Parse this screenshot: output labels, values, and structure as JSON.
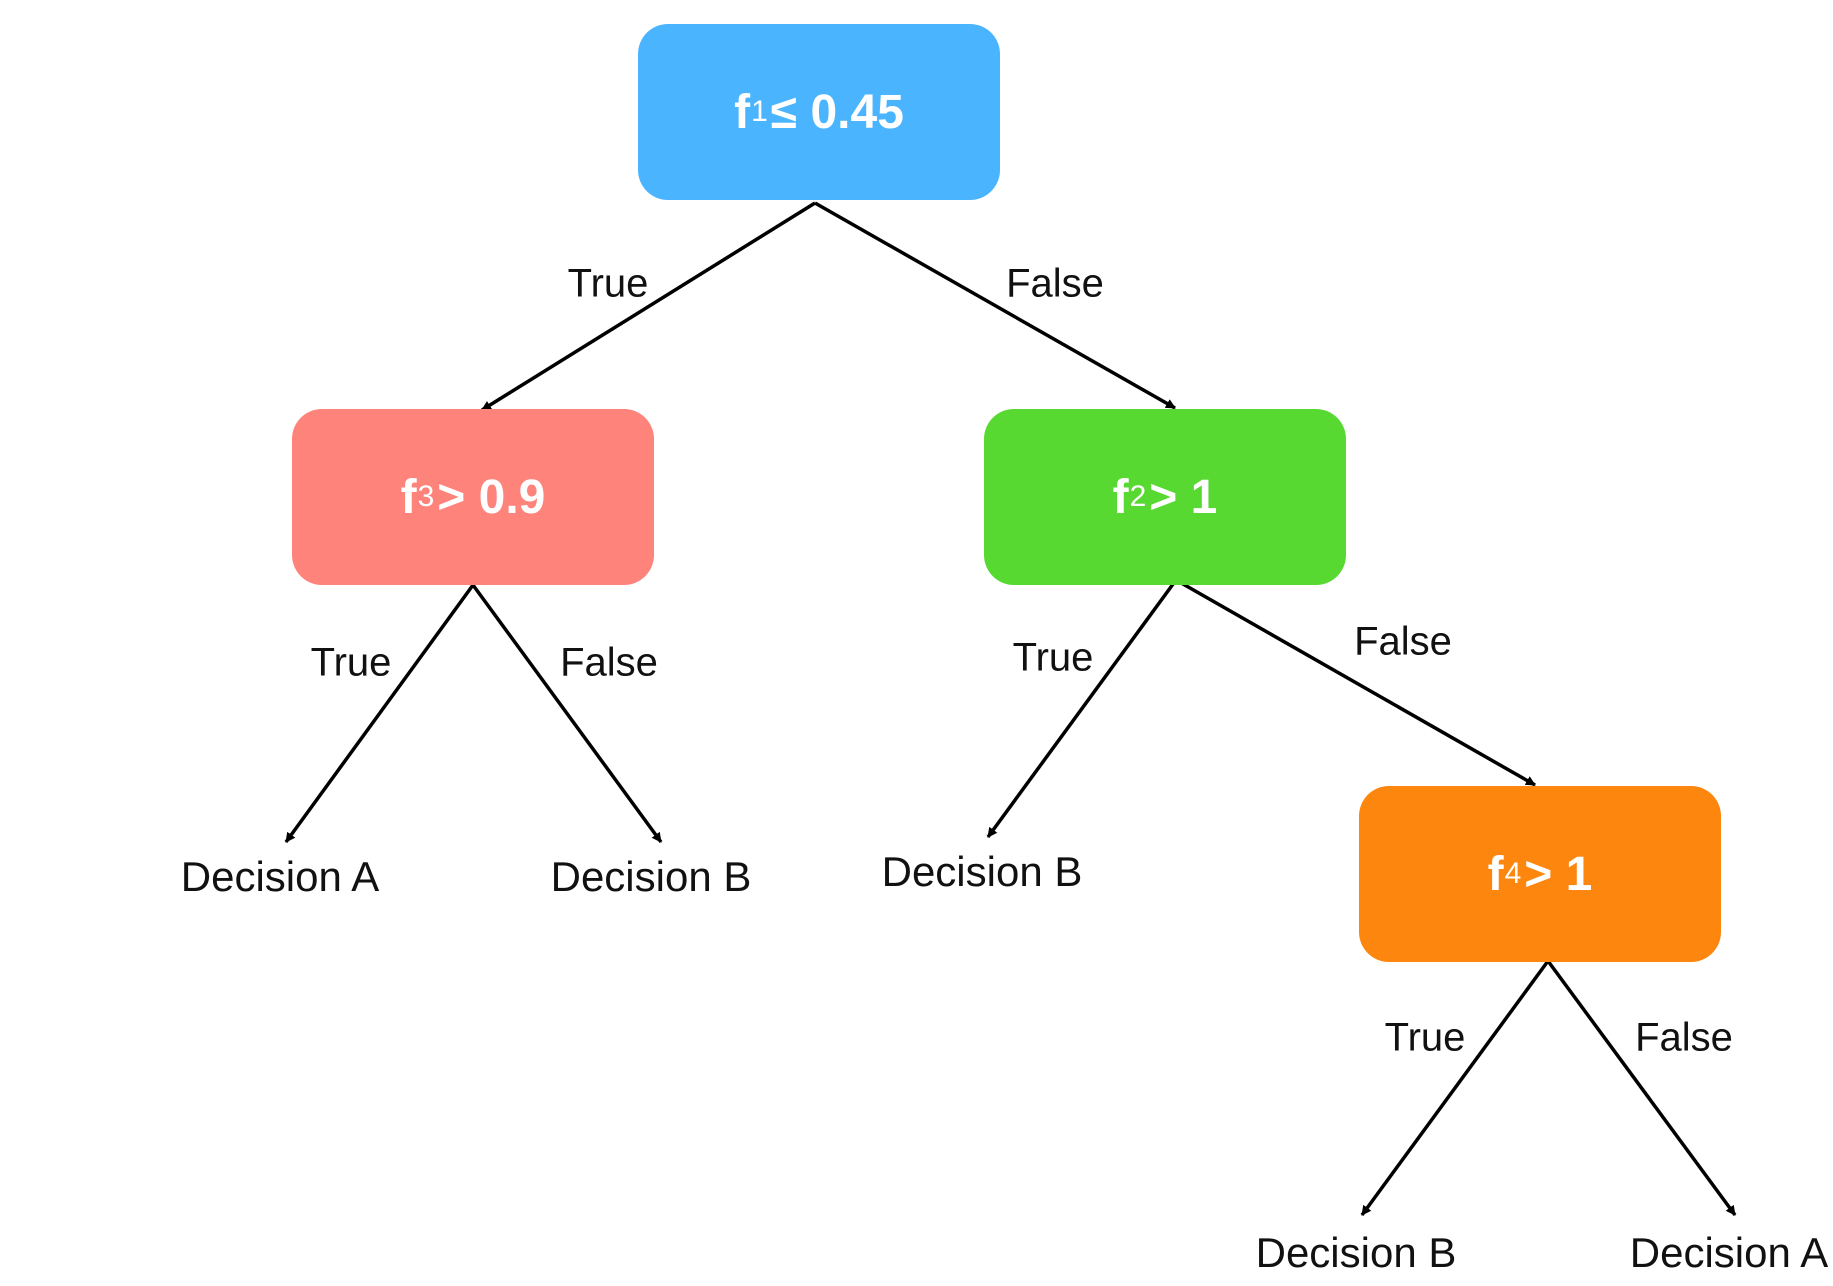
{
  "nodes": {
    "root": {
      "var": "f",
      "sub": "1",
      "cond": "≤ 0.45",
      "color": "#4bb4ff"
    },
    "left": {
      "var": "f",
      "sub": "3",
      "cond": "> 0.9",
      "color": "#fd837b"
    },
    "right": {
      "var": "f",
      "sub": "2",
      "cond": "> 1",
      "color": "#57d932"
    },
    "deep": {
      "var": "f",
      "sub": "4",
      "cond": "> 1",
      "color": "#fd860e"
    }
  },
  "edges": {
    "root_true": "True",
    "root_false": "False",
    "left_true": "True",
    "left_false": "False",
    "right_true": "True",
    "right_false": "False",
    "deep_true": "True",
    "deep_false": "False"
  },
  "leaves": {
    "left_true": "Decision A",
    "left_false": "Decision B",
    "right_true": "Decision B",
    "deep_true": "Decision B",
    "deep_false": "Decision A"
  }
}
